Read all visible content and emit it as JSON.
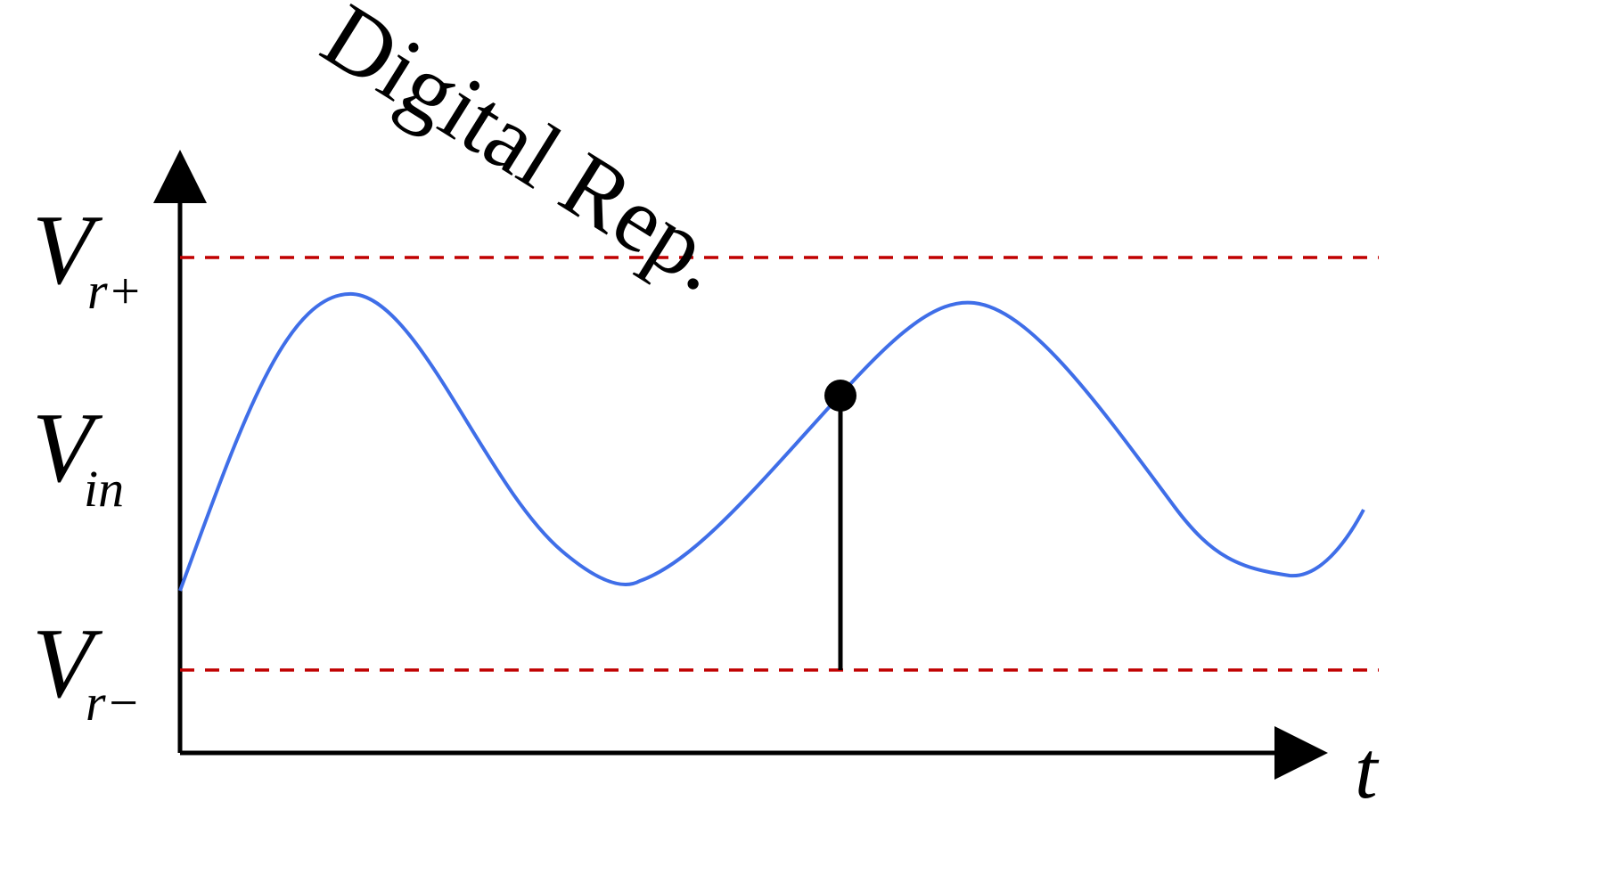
{
  "colors": {
    "axis": "#000000",
    "signal": "#3f6ee8",
    "reference_line": "#c00000",
    "text": "#000000"
  },
  "labels": {
    "v_upper_main": "V",
    "v_upper_sub": "r+",
    "v_in_main": "V",
    "v_in_sub": "in",
    "v_lower_main": "V",
    "v_lower_sub": "r−",
    "time_axis": "t",
    "diagonal_text": "Digital Rep."
  },
  "diagram": {
    "type": "analog-signal-with-reference-levels",
    "signal": "sinusoidal input voltage",
    "reference_levels": [
      "Vr+",
      "Vr−"
    ],
    "sample_marker": "single sampled point with vertical stem to Vr−"
  }
}
